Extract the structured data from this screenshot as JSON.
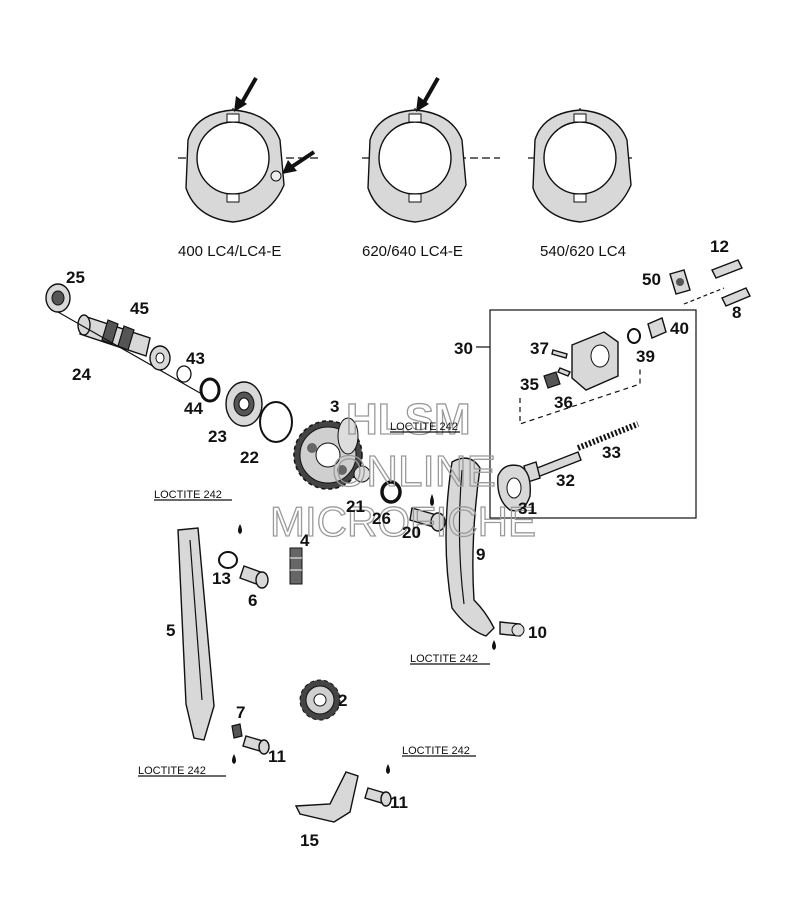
{
  "variants": [
    {
      "label": "400 LC4/LC4-E",
      "arrows": 2
    },
    {
      "label": "620/640 LC4-E",
      "arrows": 1
    },
    {
      "label": "540/620 LC4",
      "arrows": 0
    }
  ],
  "loctite": [
    "LOCTITE 242",
    "LOCTITE 242",
    "LOCTITE 242",
    "LOCTITE 242",
    "LOCTITE 242"
  ],
  "watermark": [
    "HLSM",
    "ONLINE",
    "MICROFICHE"
  ],
  "parts": {
    "p2": "2",
    "p3": "3",
    "p4": "4",
    "p5": "5",
    "p6": "6",
    "p7": "7",
    "p8": "8",
    "p9": "9",
    "p10": "10",
    "p11a": "11",
    "p11b": "11",
    "p12": "12",
    "p13": "13",
    "p15": "15",
    "p20": "20",
    "p21": "21",
    "p22": "22",
    "p23": "23",
    "p24": "24",
    "p25": "25",
    "p26": "26",
    "p30": "30",
    "p31": "31",
    "p32": "32",
    "p33": "33",
    "p35": "35",
    "p36": "36",
    "p37": "37",
    "p39": "39",
    "p40": "40",
    "p43": "43",
    "p44": "44",
    "p45": "45",
    "p50": "50"
  }
}
